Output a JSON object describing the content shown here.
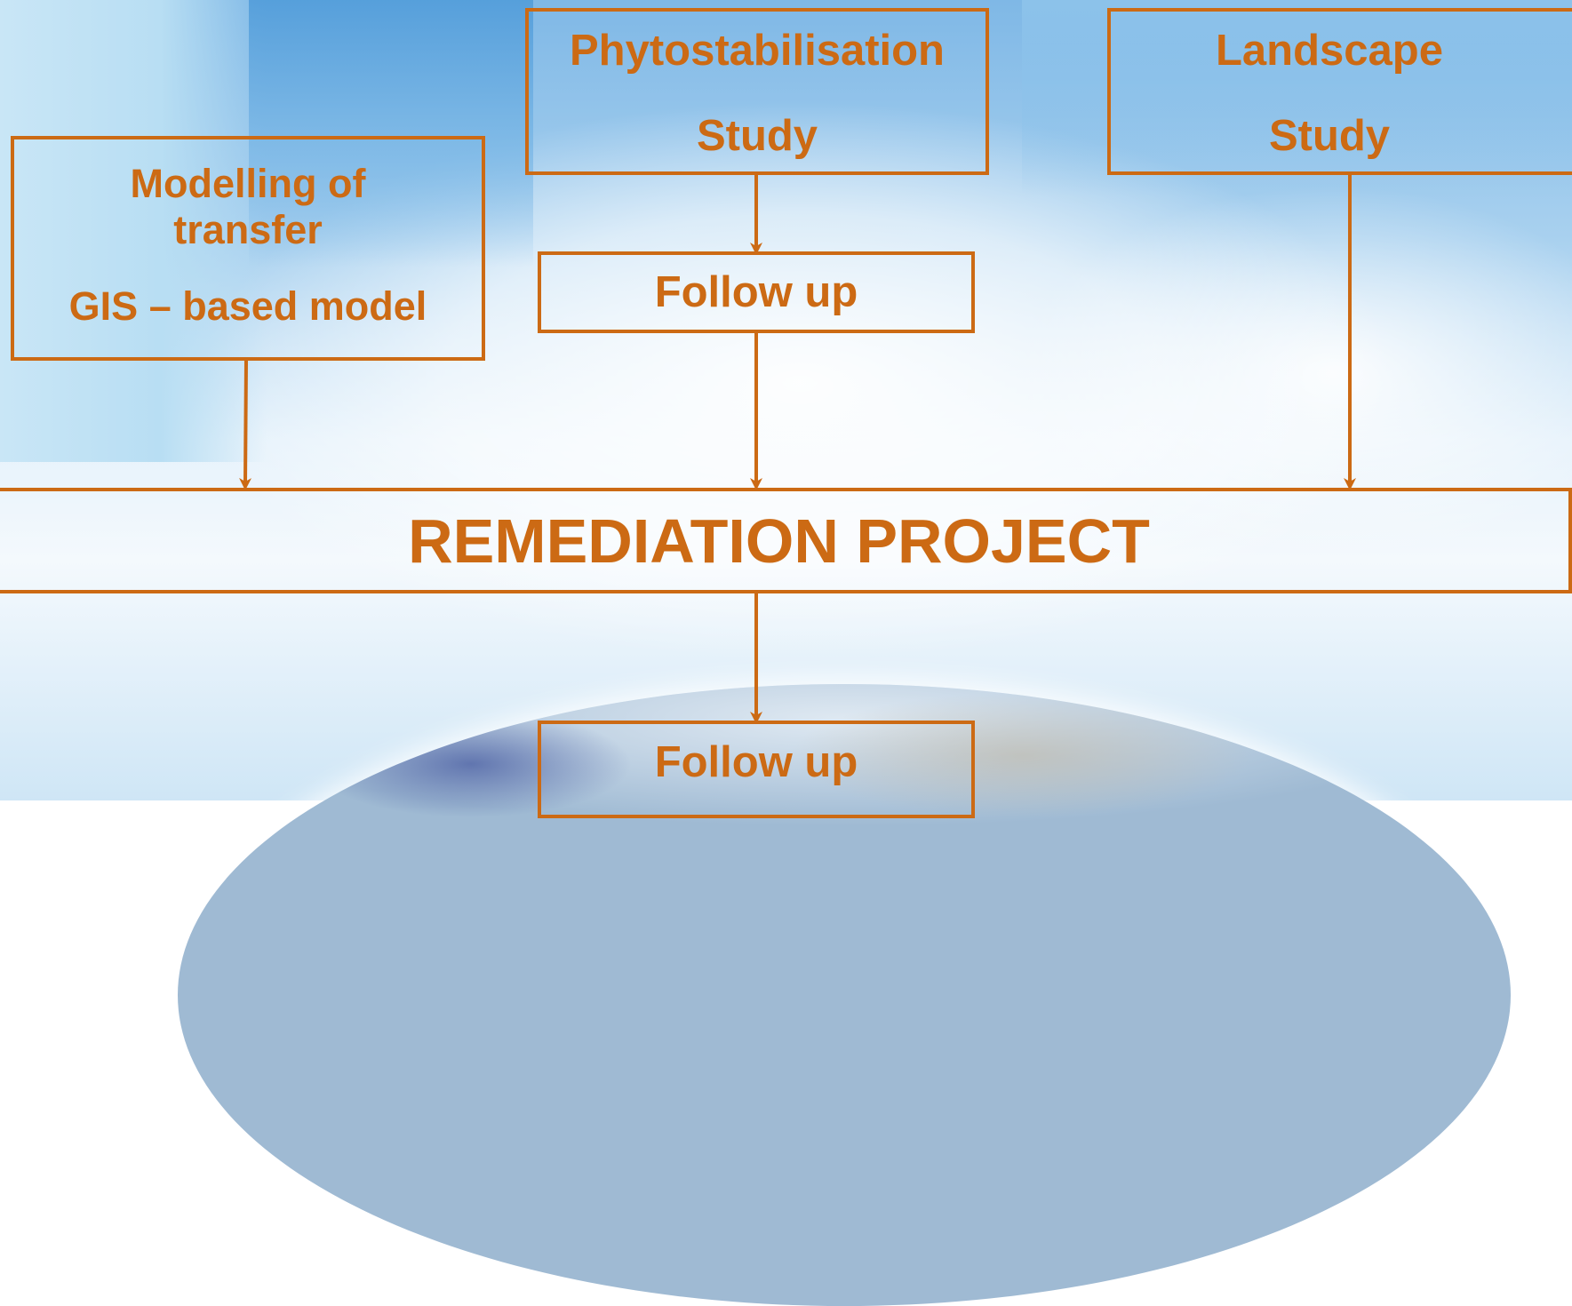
{
  "boxes": {
    "modelling": {
      "line1": "Modelling of",
      "line2": "transfer",
      "line3": "GIS – based model"
    },
    "phyto": {
      "line1": "Phytostabilisation",
      "line2": "Study"
    },
    "landscape": {
      "line1": "Landscape",
      "line2": "Study"
    },
    "followup_top": {
      "label": "Follow up"
    },
    "remediation": {
      "label": "REMEDIATION PROJECT"
    },
    "followup_bottom": {
      "label": "Follow up"
    }
  },
  "colors": {
    "accent": "#cc6a14"
  }
}
